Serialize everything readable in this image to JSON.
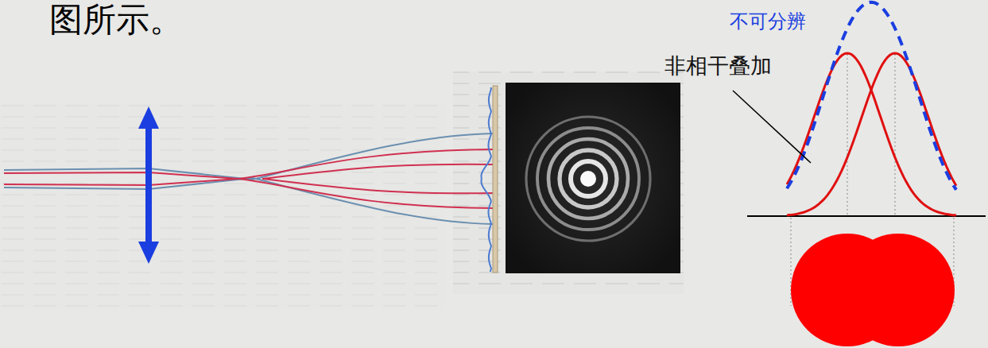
{
  "diagram": {
    "labels": [
      "图所示。",
      "不可分辨",
      "非相干叠加"
    ]
  }
}
